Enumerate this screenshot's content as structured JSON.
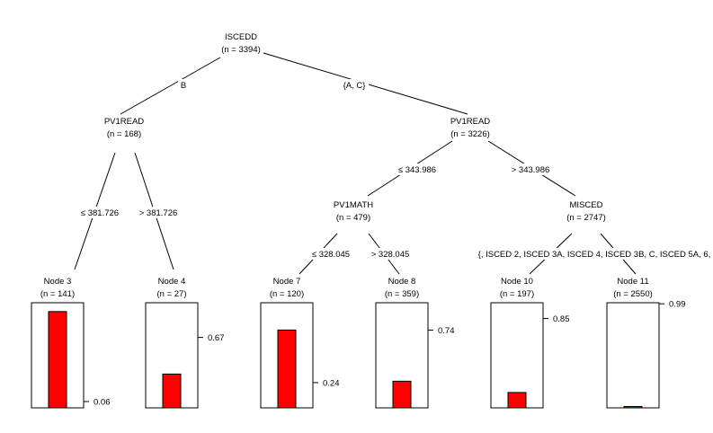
{
  "colors": {
    "bar": "#ff0000",
    "line": "#000000",
    "background": "#ffffff"
  },
  "nodes": {
    "n1": {
      "label": "ISCEDD",
      "count": "(n = 3394)"
    },
    "n2": {
      "label": "PV1READ",
      "count": "(n = 168)"
    },
    "n5": {
      "label": "PV1READ",
      "count": "(n = 3226)"
    },
    "n6": {
      "label": "PV1MATH",
      "count": "(n = 479)"
    },
    "n9": {
      "label": "MISCED",
      "count": "(n = 2747)"
    }
  },
  "edges": {
    "n1_n2": "B",
    "n1_n5": "{A, C}",
    "n2_n3": "≤ 381.726",
    "n2_n4": "> 381.726",
    "n5_n6": "≤ 343.986",
    "n5_n9": "> 343.986",
    "n6_n7": "≤ 328.045",
    "n6_n8": "> 328.045",
    "n9_split": "{, ISCED 2, ISCED 3A, ISCED 4, ISCED 3B, C, ISCED 5A, 6,"
  },
  "terminals": [
    {
      "id": "t3",
      "label": "Node 3",
      "count": "(n = 141)",
      "value": 0.06,
      "value_label": "0.06"
    },
    {
      "id": "t4",
      "label": "Node 4",
      "count": "(n = 27)",
      "value": 0.67,
      "value_label": "0.67"
    },
    {
      "id": "t7",
      "label": "Node 7",
      "count": "(n = 120)",
      "value": 0.24,
      "value_label": "0.24"
    },
    {
      "id": "t8",
      "label": "Node 8",
      "count": "(n = 359)",
      "value": 0.74,
      "value_label": "0.74"
    },
    {
      "id": "t10",
      "label": "Node 10",
      "count": "(n = 197)",
      "value": 0.85,
      "value_label": "0.85"
    },
    {
      "id": "t11",
      "label": "Node 11",
      "count": "(n = 2550)",
      "value": 0.99,
      "value_label": "0.99"
    }
  ]
}
